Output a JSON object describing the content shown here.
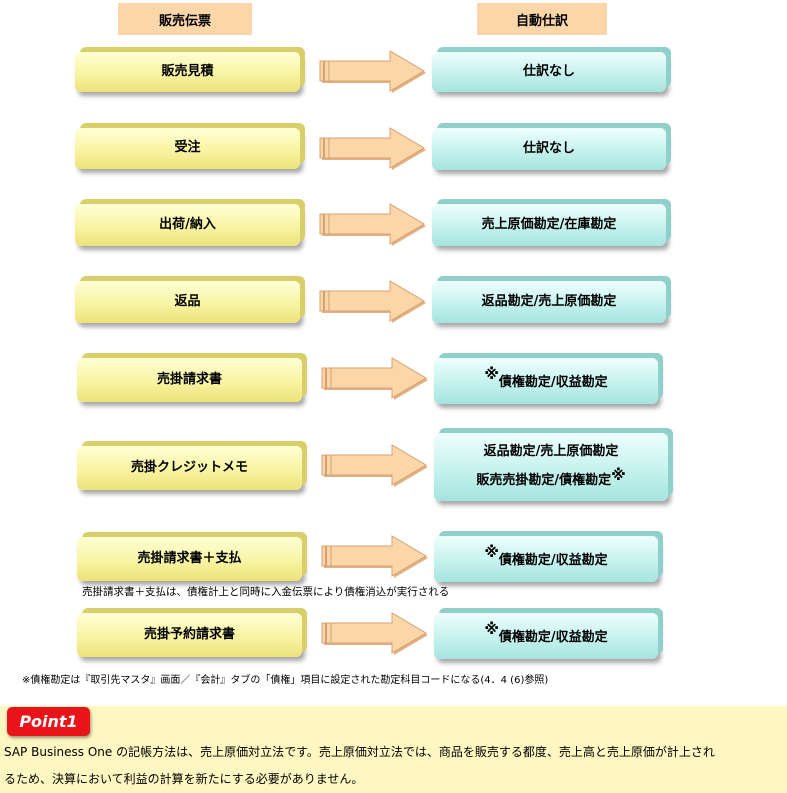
{
  "headers": {
    "left": "販売伝票",
    "right": "自動仕訳"
  },
  "rows": [
    {
      "source": "販売見積",
      "target_lines": [
        "仕訳なし"
      ],
      "mark": "",
      "mark_right": ""
    },
    {
      "source": "受注",
      "target_lines": [
        "仕訳なし"
      ],
      "mark": "",
      "mark_right": ""
    },
    {
      "source": "出荷/納入",
      "target_lines": [
        "売上原価勘定/在庫勘定"
      ],
      "mark": "",
      "mark_right": ""
    },
    {
      "source": "返品",
      "target_lines": [
        "返品勘定/売上原価勘定"
      ],
      "mark": "",
      "mark_right": ""
    },
    {
      "source": "売掛請求書",
      "target_lines": [
        "債権勘定/収益勘定"
      ],
      "mark": "※",
      "mark_right": ""
    },
    {
      "source": "売掛クレジットメモ",
      "target_lines": [
        "返品勘定/売上原価勘定",
        "販売売掛勘定/債権勘定"
      ],
      "mark": "",
      "mark_right": "※"
    },
    {
      "source": "売掛請求書＋支払",
      "target_lines": [
        "債権勘定/収益勘定"
      ],
      "mark": "※",
      "mark_right": ""
    },
    {
      "source": "売掛予約請求書",
      "target_lines": [
        "債権勘定/収益勘定"
      ],
      "mark": "※",
      "mark_right": ""
    }
  ],
  "note_payment": "売掛請求書＋支払は、債権計上と同時に入金伝票により債権消込が実行される",
  "footnote": "※債権勘定は『取引先マスタ』画面／『会計』タブの「債権」項目に設定された勘定科目コードになる(4．4 (6)参照)",
  "point": {
    "badge": "Point1",
    "lines": [
      "SAP Business One の記帳方法は、売上原価対立法です。売上原価対立法では、商品を販売する都度、売上高と売上原価が計上され",
      "るため、決算において利益の計算を新たにする必要がありません。"
    ]
  },
  "colors": {
    "header_bg": "#fbd6a8",
    "source_box": "#f8f4a2",
    "target_box": "#c5f2ee",
    "arrow_fill": "#fbd6a8",
    "point_badge": "#e8141a",
    "point_band": "#fff7c2"
  }
}
